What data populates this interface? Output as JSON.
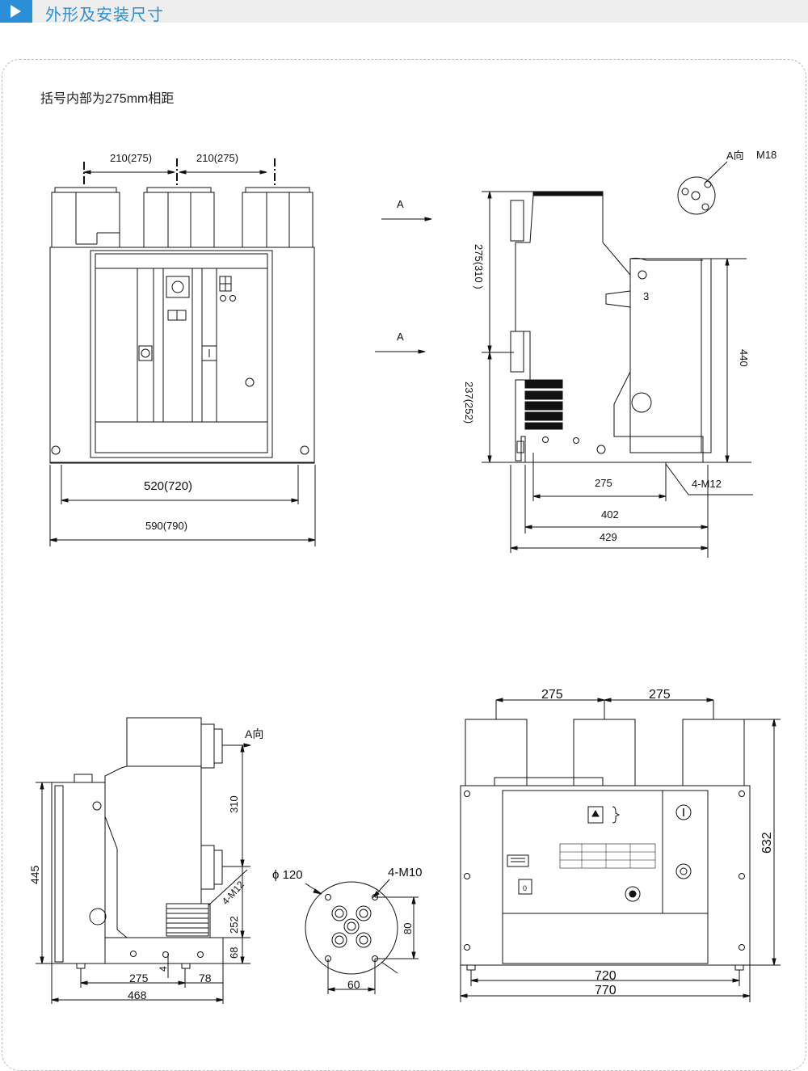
{
  "header": {
    "title": "外形及安装尺寸"
  },
  "note": "括号内部为275mm相距",
  "view1": {
    "dim_pitch_left": "210(275)",
    "dim_pitch_right": "210(275)",
    "dim_inner": "520(720)",
    "dim_outer": "590(790)"
  },
  "view2": {
    "arrow_top": "A",
    "arrow_mid": "A",
    "view_label": "A向",
    "thread": "M18",
    "dim_upper": "275(310 )",
    "dim_lower": "237(252)",
    "dim_height": "440",
    "marker": "3",
    "dim_base": "275",
    "mount": "4-M12",
    "dim_402": "402",
    "dim_429": "429"
  },
  "view3": {
    "view_label": "A向",
    "dim_310": "310",
    "dim_445": "445",
    "mount": "4-M12",
    "dim_252": "252",
    "dim_68": "68",
    "dim_4": "4",
    "dim_275": "275",
    "dim_78": "78",
    "dim_468": "468"
  },
  "view4": {
    "dia": "ϕ 120",
    "mount": "4-M10",
    "dim_80": "80",
    "dim_60": "60"
  },
  "view5": {
    "dim_275a": "275",
    "dim_275b": "275",
    "dim_632": "632",
    "dim_720": "720",
    "dim_770": "770"
  }
}
